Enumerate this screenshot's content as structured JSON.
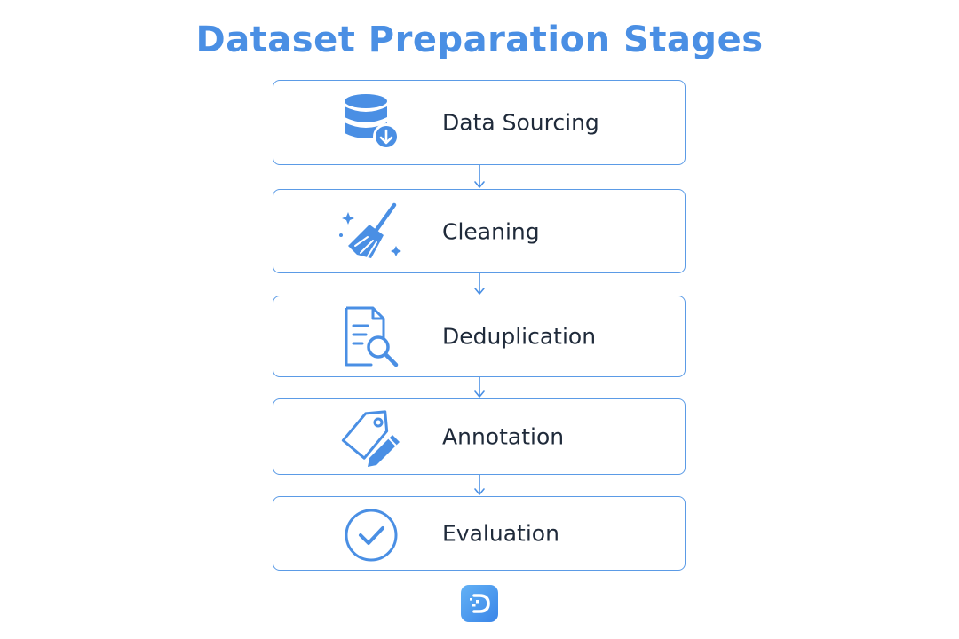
{
  "title": "Dataset Preparation Stages",
  "stages": [
    {
      "label": "Data Sourcing",
      "icon": "database-download-icon"
    },
    {
      "label": "Cleaning",
      "icon": "broom-sparkles-icon"
    },
    {
      "label": "Deduplication",
      "icon": "document-search-icon"
    },
    {
      "label": "Annotation",
      "icon": "tag-pencil-icon"
    },
    {
      "label": "Evaluation",
      "icon": "check-circle-icon"
    }
  ],
  "logo": {
    "icon": "brand-logo-icon"
  },
  "colors": {
    "accent": "#4a8fe4",
    "border": "#5b9be6",
    "text": "#1f2a3a",
    "background": "#ffffff"
  }
}
